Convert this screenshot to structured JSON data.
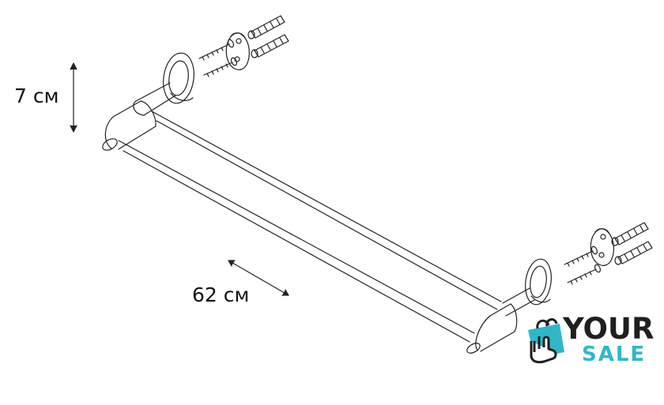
{
  "dimensions": {
    "height_label": "7 см",
    "width_label": "62 см"
  },
  "brand": {
    "word_your": "YOUR",
    "word_sale": "SALE",
    "accent_color": "#2fb7c9",
    "dark_color": "#1f1f1f",
    "icon": "shopping-bag-hand-icon"
  },
  "drawing": {
    "subject": "double-towel-rail-icon",
    "line_color": "#222222"
  }
}
